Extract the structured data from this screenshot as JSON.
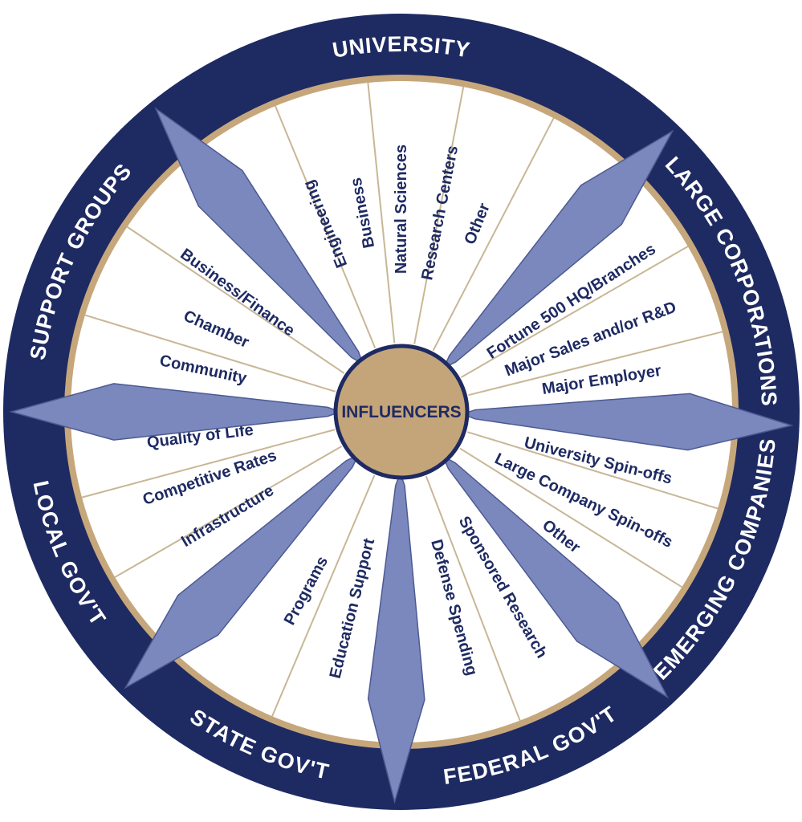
{
  "center": {
    "label": "INFLUENCERS"
  },
  "colors": {
    "navy": "#1e2a62",
    "pointer": "#7b88bd",
    "pointer_edge": "#4d5a92",
    "tan": "#c6a77b",
    "hub": "#c4a57a",
    "white": "#ffffff",
    "divider": "#c8b796"
  },
  "sectors": [
    {
      "id": "university",
      "label": "UNIVERSITY",
      "items": [
        "Engineering",
        "Business",
        "Natural Sciences",
        "Research Centers",
        "Other"
      ]
    },
    {
      "id": "large-corporations",
      "label": "LARGE CORPORATIONS",
      "items": [
        "Fortune 500 HQ/Branches",
        "Major Sales and/or R&D",
        "Major Employer"
      ]
    },
    {
      "id": "emerging-companies",
      "label": "EMERGING COMPANIES",
      "items": [
        "University Spin-offs",
        "Large Company Spin-offs",
        "Other"
      ]
    },
    {
      "id": "federal-govt",
      "label": "FEDERAL GOV'T",
      "items": [
        "Sponsored Research",
        "Defense Spending"
      ]
    },
    {
      "id": "state-govt",
      "label": "STATE GOV'T",
      "items": [
        "Education Support",
        "Programs"
      ]
    },
    {
      "id": "local-govt",
      "label": "LOCAL GOV'T",
      "items": [
        "Infrastructure",
        "Competitive Rates",
        "Quality of Life"
      ]
    },
    {
      "id": "support-groups",
      "label": "SUPPORT GROUPS",
      "items": [
        "Community",
        "Chamber",
        "Business/Finance"
      ]
    }
  ]
}
